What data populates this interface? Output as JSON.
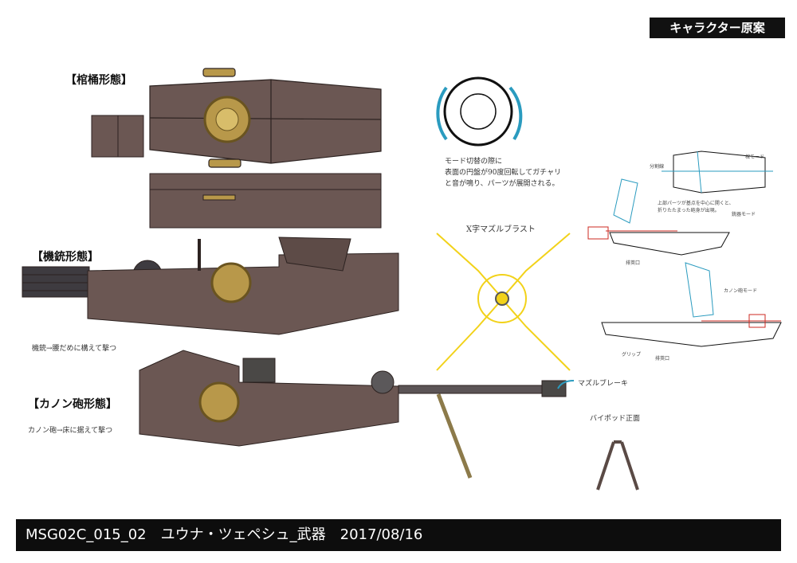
{
  "header_badge": "キャラクター原案",
  "sections": {
    "coffin": {
      "title": "【棺桶形態】"
    },
    "machine_gun": {
      "title": "【機銃形態】",
      "caption": "機銃→腰だめに構えて撃つ"
    },
    "cannon": {
      "title": "【カノン砲形態】",
      "caption": "カノン砲→床に据えて撃つ"
    }
  },
  "disc_note": [
    "モード切替の際に",
    "表面の円盤が90度回転してガチャリ",
    "と音が鳴り、パーツが展開される。"
  ],
  "muzzle_blast_title": "X字マズルブラスト",
  "muzzle_brake_label": "マズルブレーキ",
  "bipod_label": "バイポッド正面",
  "diagram": {
    "coffin_mode": "棺モード",
    "split_line": "分割線",
    "open_note": [
      "上部パーツが基点を中心に開くと、",
      "折りたたまった砲身が出現。"
    ],
    "gun_mode": "銃器モード",
    "ejection_port_1": "排莢口",
    "cannon_mode": "カノン砲モード",
    "grip": "グリップ",
    "ejection_port_2": "排莢口"
  },
  "colors": {
    "body": "#6b5753",
    "body_dark": "#4f3f3c",
    "gold": "#b8984a",
    "blue": "#2a9bbf",
    "red": "#cc2a22",
    "blast": "#f2d21a"
  },
  "footer": "MSG02C_015_02　ユウナ・ツェペシュ_武器　2017/08/16"
}
